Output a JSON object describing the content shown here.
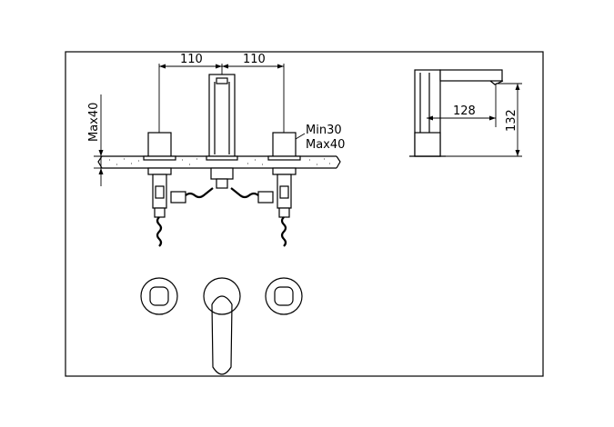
{
  "dimensions": {
    "left_spacing": "110",
    "right_spacing": "110",
    "deck_max": "Max40",
    "deck_range_min": "Min30",
    "deck_range_max": "Max40",
    "side_reach": "128",
    "side_height": "132"
  },
  "colors": {
    "line": "#000000",
    "background": "#ffffff"
  }
}
